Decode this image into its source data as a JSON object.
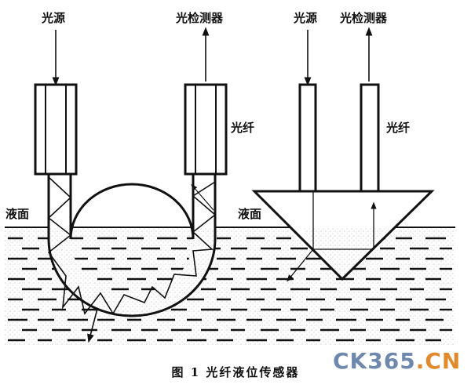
{
  "labels": {
    "source_left": "光源",
    "detector_left": "光检测器",
    "fiber_left": "光纤",
    "liquid_left": "液面",
    "source_right": "光源",
    "detector_right": "光检测器",
    "fiber_right": "光纤",
    "liquid_right": "液面"
  },
  "caption": "图 1   光纤液位传感器",
  "watermark": {
    "part1": "CK365",
    "part2": ".CN"
  },
  "colors": {
    "ink": "#111111",
    "liquid_stipple": "#9a9a9a",
    "watermark_blue": "#6f88ad",
    "watermark_orange": "#e08a2c"
  }
}
